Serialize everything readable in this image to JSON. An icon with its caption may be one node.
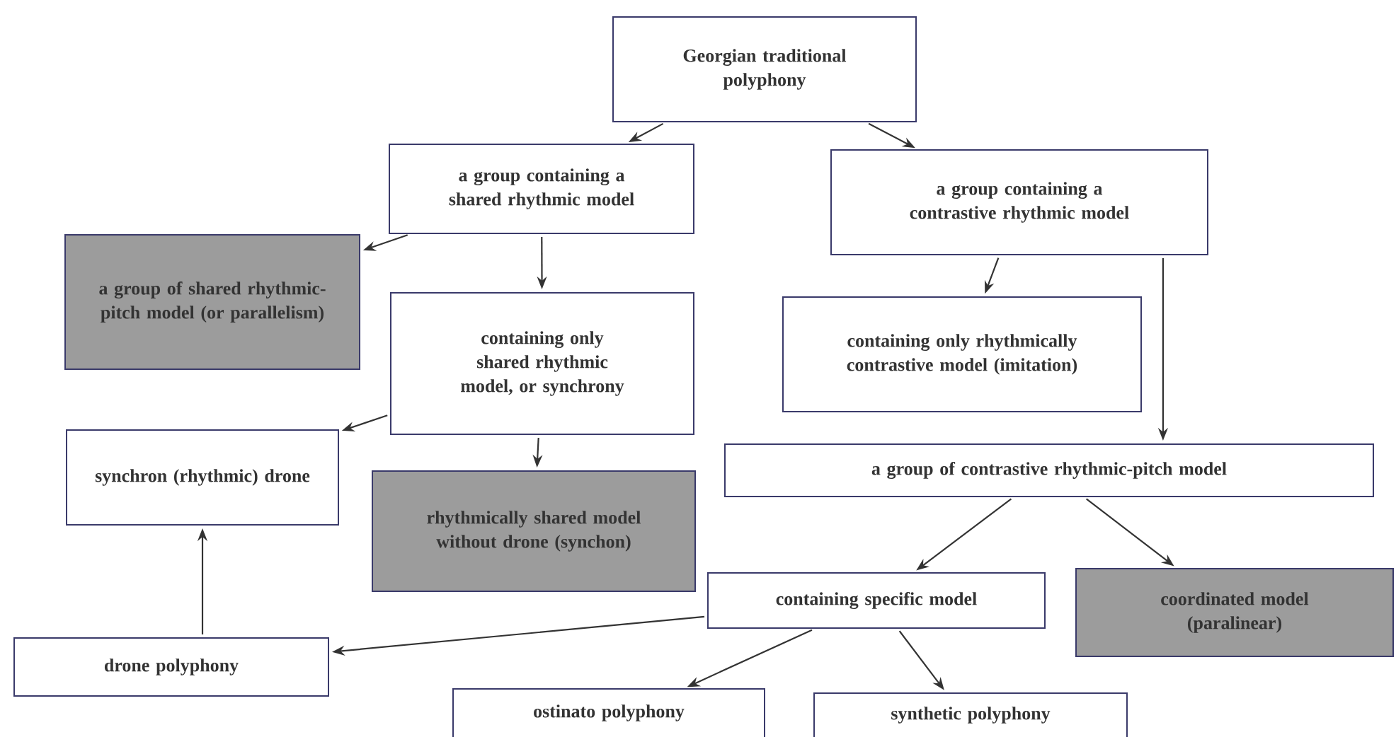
{
  "diagram": {
    "nodes": [
      {
        "text": [
          "Georgian traditional polyphony"
        ]
      },
      {
        "text": [
          "a group containing a shared rhythmic model"
        ]
      },
      {
        "text": [
          "a group containing a contrastive rhythmic model"
        ]
      },
      {
        "text": [
          "a group of shared rhythmic-pitch model (or parallelism)"
        ]
      },
      {
        "text": [
          "containing only shared rhythmic model, or synchrony"
        ]
      },
      {
        "text": [
          "containing only rhythmically contrastive model (imitation)"
        ]
      },
      {
        "text": [
          "synchron (rhythmic) drone"
        ]
      },
      {
        "text": [
          "a group of contrastive rhythmic-pitch model"
        ]
      },
      {
        "text": [
          "rhythmically shared model without drone (synchon)"
        ]
      },
      {
        "text": [
          "containing specific model"
        ]
      },
      {
        "text": [
          "coordinated model (paralinear)"
        ]
      },
      {
        "text": [
          "drone polyphony"
        ]
      },
      {
        "text": [
          "ostinato polyphony"
        ]
      },
      {
        "text": [
          "synthetic polyphony"
        ]
      }
    ],
    "edges": [
      {
        "from": 0,
        "to": 1,
        "arrow": "to"
      },
      {
        "from": 0,
        "to": 2,
        "arrow": "to"
      },
      {
        "from": 1,
        "to": 3,
        "arrow": "to"
      },
      {
        "from": 1,
        "to": 4,
        "arrow": "to"
      },
      {
        "from": 2,
        "to": 5,
        "arrow": "to"
      },
      {
        "from": 2,
        "to": 7,
        "arrow": "to"
      },
      {
        "from": 4,
        "to": 6,
        "arrow": "to"
      },
      {
        "from": 4,
        "to": 8,
        "arrow": "to"
      },
      {
        "from": 7,
        "to": 9,
        "arrow": "to"
      },
      {
        "from": 7,
        "to": 10,
        "arrow": "to"
      },
      {
        "from": 9,
        "to": 11,
        "arrow": "to"
      },
      {
        "from": 11,
        "to": 6,
        "arrow": "to"
      },
      {
        "from": 9,
        "to": 12,
        "arrow": "to"
      },
      {
        "from": 9,
        "to": 13,
        "arrow": "to"
      }
    ]
  }
}
